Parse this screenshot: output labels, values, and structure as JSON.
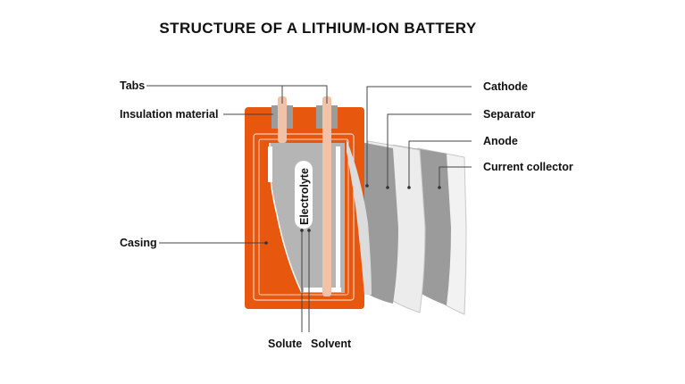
{
  "title": "STRUCTURE OF A LITHIUM-ION BATTERY",
  "labels": {
    "tabs": "Tabs",
    "insulation": "Insulation material",
    "casing": "Casing",
    "solute": "Solute",
    "solvent": "Solvent",
    "electrolyte": "Electrolyte",
    "cathode": "Cathode",
    "separator": "Separator",
    "anode": "Anode",
    "collector": "Current collector"
  },
  "colors": {
    "casing": "#e8570e",
    "tab": "#f0c2a8",
    "layer_gray": "#9b9b9b",
    "layer_light": "#ececec",
    "inner": "#b5b5b5"
  }
}
